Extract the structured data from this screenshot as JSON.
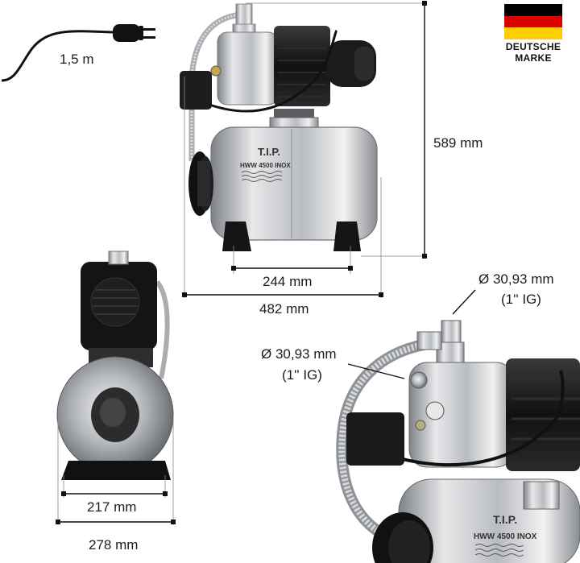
{
  "cable": {
    "length": "1,5 m"
  },
  "badge": {
    "flag_colors": [
      "#000000",
      "#dd0000",
      "#ffce00"
    ],
    "line1": "DEUTSCHE",
    "line2": "MARKE"
  },
  "product": {
    "brand": "T.I.P.",
    "model": "HWW 4500 INOX"
  },
  "dimensions": {
    "height": "589 mm",
    "base_width": "244 mm",
    "total_width": "482 mm",
    "side_base": "217 mm",
    "side_total": "278 mm"
  },
  "connections": {
    "outlet": {
      "size": "Ø 30,93 mm",
      "thread": "(1'' IG)"
    },
    "inlet": {
      "size": "Ø 30,93 mm",
      "thread": "(1'' IG)"
    }
  },
  "colors": {
    "steel": "#c9ccd0",
    "motor": "#1a1a1a",
    "dimension_line": "#111111"
  }
}
